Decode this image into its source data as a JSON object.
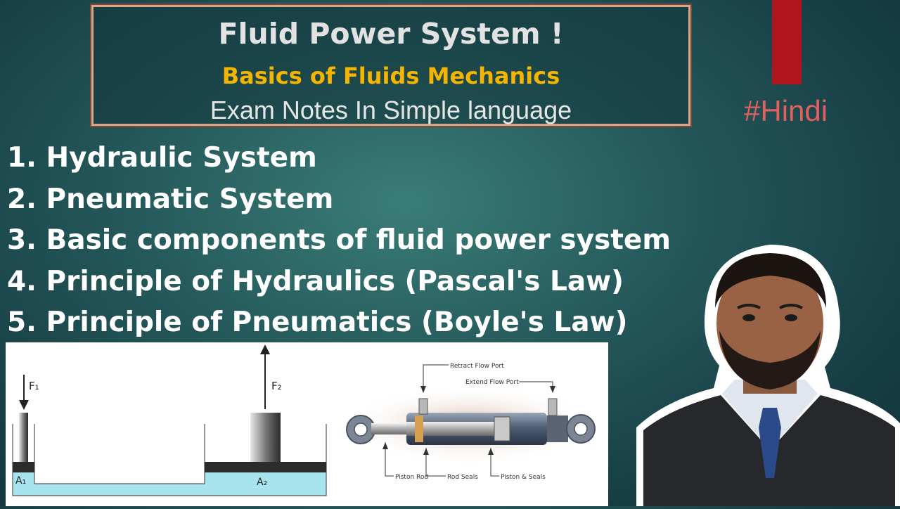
{
  "header": {
    "title": "Fluid Power System !",
    "subtitle": "Basics of Fluids Mechanics",
    "tagline": "Exam Notes In Simple language"
  },
  "language_tag": "#Hindi",
  "topics": [
    "1. Hydraulic System",
    "2. Pneumatic System",
    "3. Basic components of fluid power system",
    "4. Principle of Hydraulics (Pascal's Law)",
    "5. Principle of Pneumatics (Boyle's Law)"
  ],
  "pascal_diagram": {
    "force_in": "F₁",
    "force_out": "F₂",
    "area_in": "A₁",
    "area_out": "A₂"
  },
  "cylinder_diagram": {
    "labels": {
      "retract_port": "Retract Flow Port",
      "extend_port": "Extend Flow Port",
      "piston_rod": "Piston Rod",
      "rod_seals": "Rod Seals",
      "piston_seals": "Piston & Seals"
    }
  },
  "colors": {
    "accent_yellow": "#f4b400",
    "red_bar": "#b0141c",
    "hindi_text": "#e06060",
    "fluid": "#a8e4ee"
  }
}
